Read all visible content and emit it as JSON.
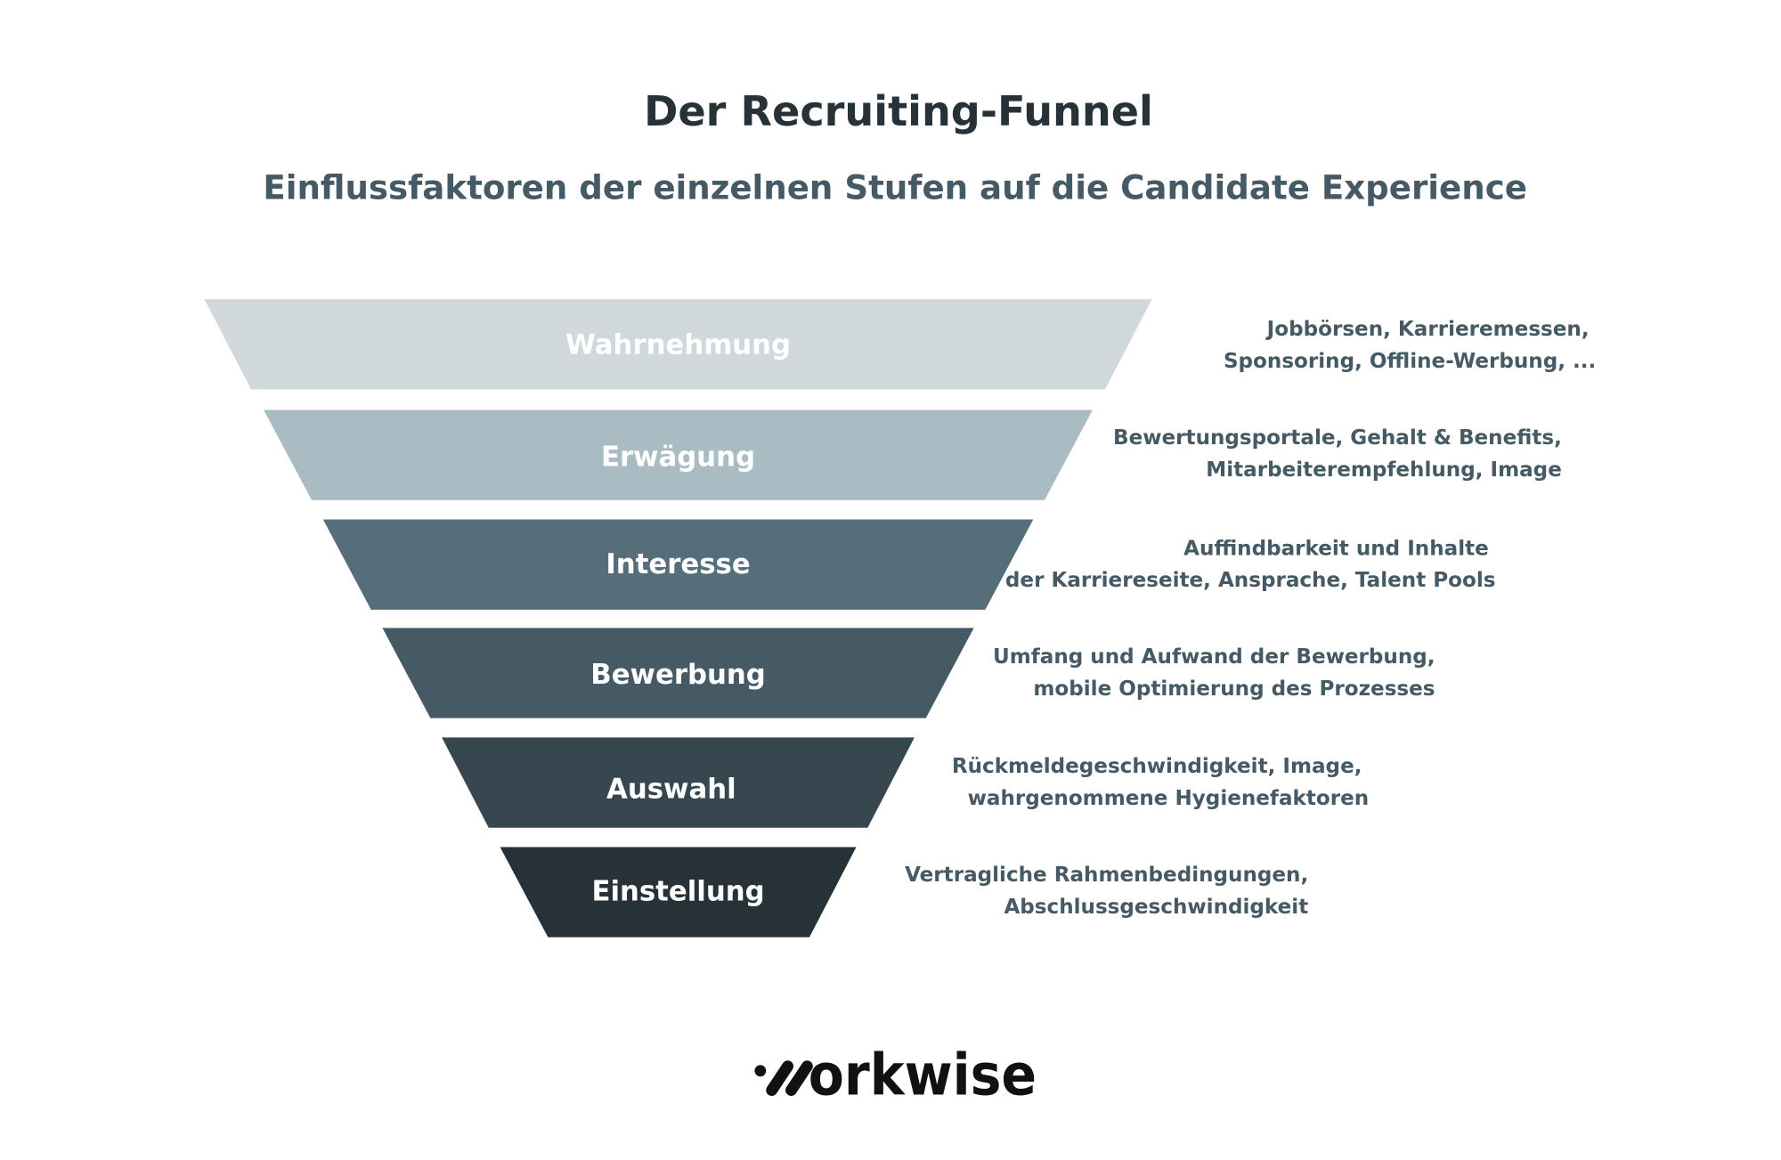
{
  "title": "Der Recruiting-Funnel",
  "subtitle": "Einflussfaktoren der einzelnen Stufen auf die Candidate Experience",
  "stages": [
    {
      "label": "Wahrnehmung",
      "color": "#d0d8dc",
      "factors": [
        "Jobbörsen, Karrieremessen,",
        "Sponsoring, Offline-Werbung, ..."
      ]
    },
    {
      "label": "Erwägung",
      "color": "#aabcc3",
      "factors": [
        "Bewertungsportale, Gehalt & Benefits,",
        "Mitarbeiterempfehlung, Image"
      ]
    },
    {
      "label": "Interesse",
      "color": "#566e7a",
      "factors": [
        "Auffindbarkeit und Inhalte",
        "der Karriereseite, Ansprache, Talent Pools"
      ]
    },
    {
      "label": "Bewerbung",
      "color": "#465a65",
      "factors": [
        "Umfang und Aufwand der Bewerbung,",
        "mobile Optimierung des Prozesses"
      ]
    },
    {
      "label": "Auswahl",
      "color": "#36474f",
      "factors": [
        "Rückmeldegeschwindigkeit, Image,",
        "wahrgenommene Hygienefaktoren"
      ]
    },
    {
      "label": "Einstellung",
      "color": "#263238",
      "factors": [
        "Vertragliche Rahmenbedingungen,",
        "Abschlussgeschwindigkeit"
      ]
    }
  ],
  "logo": "workwise"
}
